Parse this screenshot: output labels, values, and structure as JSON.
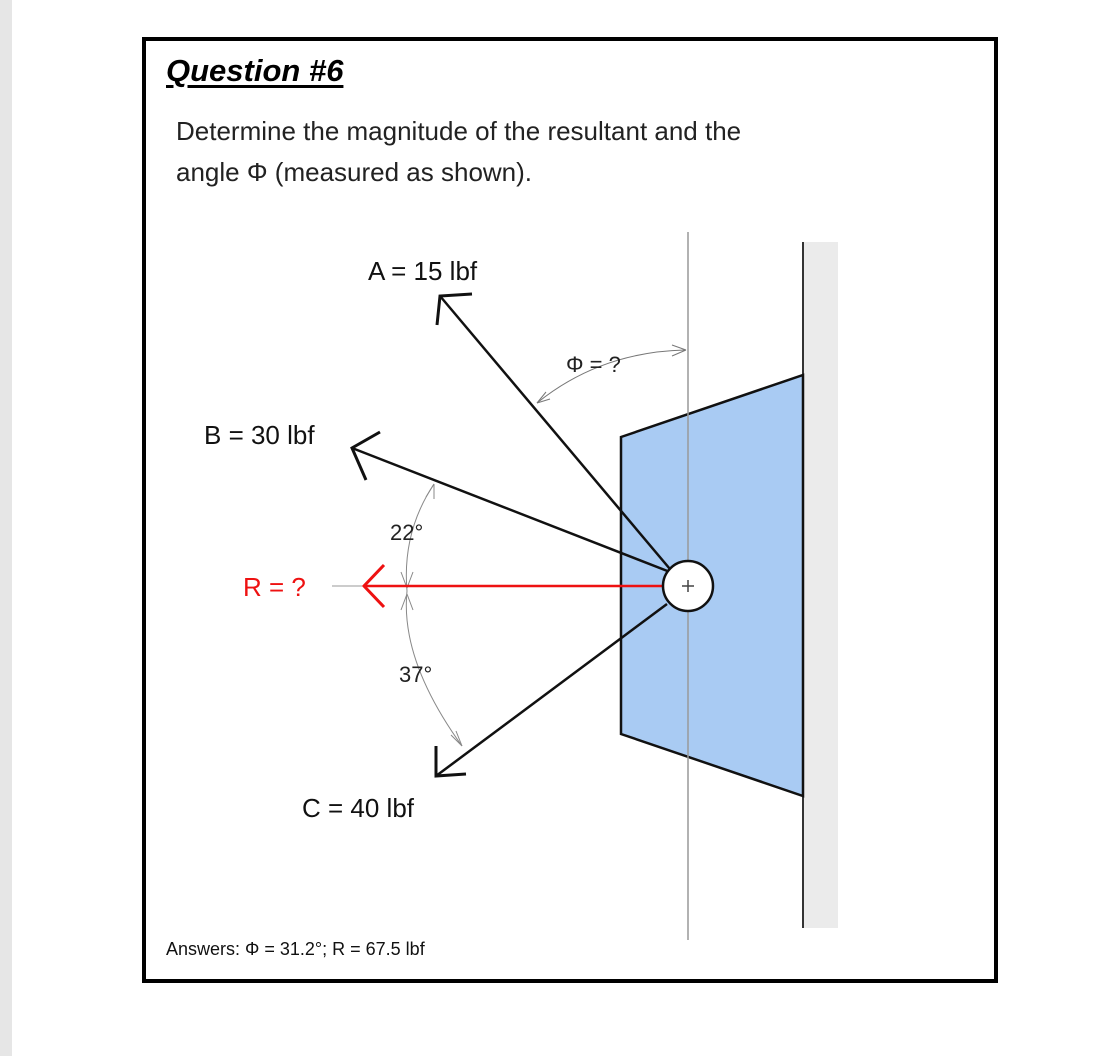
{
  "question": {
    "title": "Question #6",
    "prompt_line1": "Determine the magnitude of the resultant and the",
    "prompt_line2": "angle Φ (measured as shown)."
  },
  "diagram": {
    "force_a_label": "A = 15 lbf",
    "force_b_label": "B = 30 lbf",
    "force_c_label": "C = 40 lbf",
    "resultant_label": "R = ?",
    "phi_label": "Φ = ?",
    "angle_b_label": "22°",
    "angle_c_label": "37°",
    "colors": {
      "bracket_fill": "#a9cbf3",
      "resultant": "#ee1111",
      "wall": "#ebebeb",
      "line": "#111111"
    }
  },
  "answers": {
    "text": "Answers: Φ = 31.2°; R = 67.5 lbf"
  }
}
